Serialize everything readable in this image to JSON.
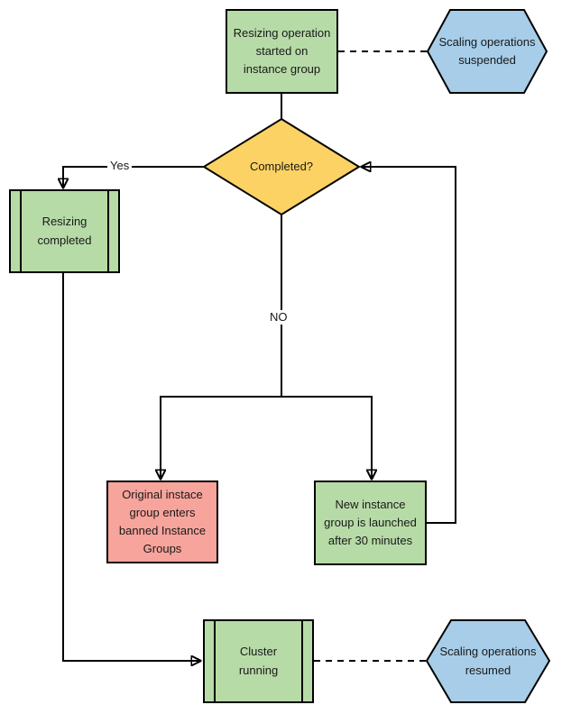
{
  "diagram": {
    "type": "flowchart",
    "colors": {
      "process_green": "#b7dba7",
      "decision_yellow": "#fbd263",
      "terminal_blue": "#a7cde8",
      "alert_red": "#f7a49c",
      "line": "#000000",
      "canvas": "#ffffff"
    },
    "nodes": {
      "start": {
        "label": "Resizing operation\nstarted on\ninstance group",
        "shape": "rectangle",
        "color": "#b7dba7"
      },
      "suspended": {
        "label": "Scaling operations\nsuspended",
        "shape": "hexagon",
        "color": "#a7cde8"
      },
      "completed": {
        "label": "Completed?",
        "shape": "diamond",
        "color": "#fbd263"
      },
      "resizing_completed": {
        "label": "Resizing\ncompleted",
        "shape": "predefined-process",
        "color": "#b7dba7"
      },
      "banned": {
        "label": "Original instace\ngroup enters\nbanned Instance\nGroups",
        "shape": "rectangle",
        "color": "#f7a49c"
      },
      "new_group": {
        "label": "New instance\ngroup is launched\nafter 30 minutes",
        "shape": "rectangle",
        "color": "#b7dba7"
      },
      "cluster_running": {
        "label": "Cluster\nrunning",
        "shape": "predefined-process",
        "color": "#b7dba7"
      },
      "resumed": {
        "label": "Scaling operations\nresumed",
        "shape": "hexagon",
        "color": "#a7cde8"
      }
    },
    "edge_labels": {
      "yes": "Yes",
      "no": "NO"
    }
  }
}
